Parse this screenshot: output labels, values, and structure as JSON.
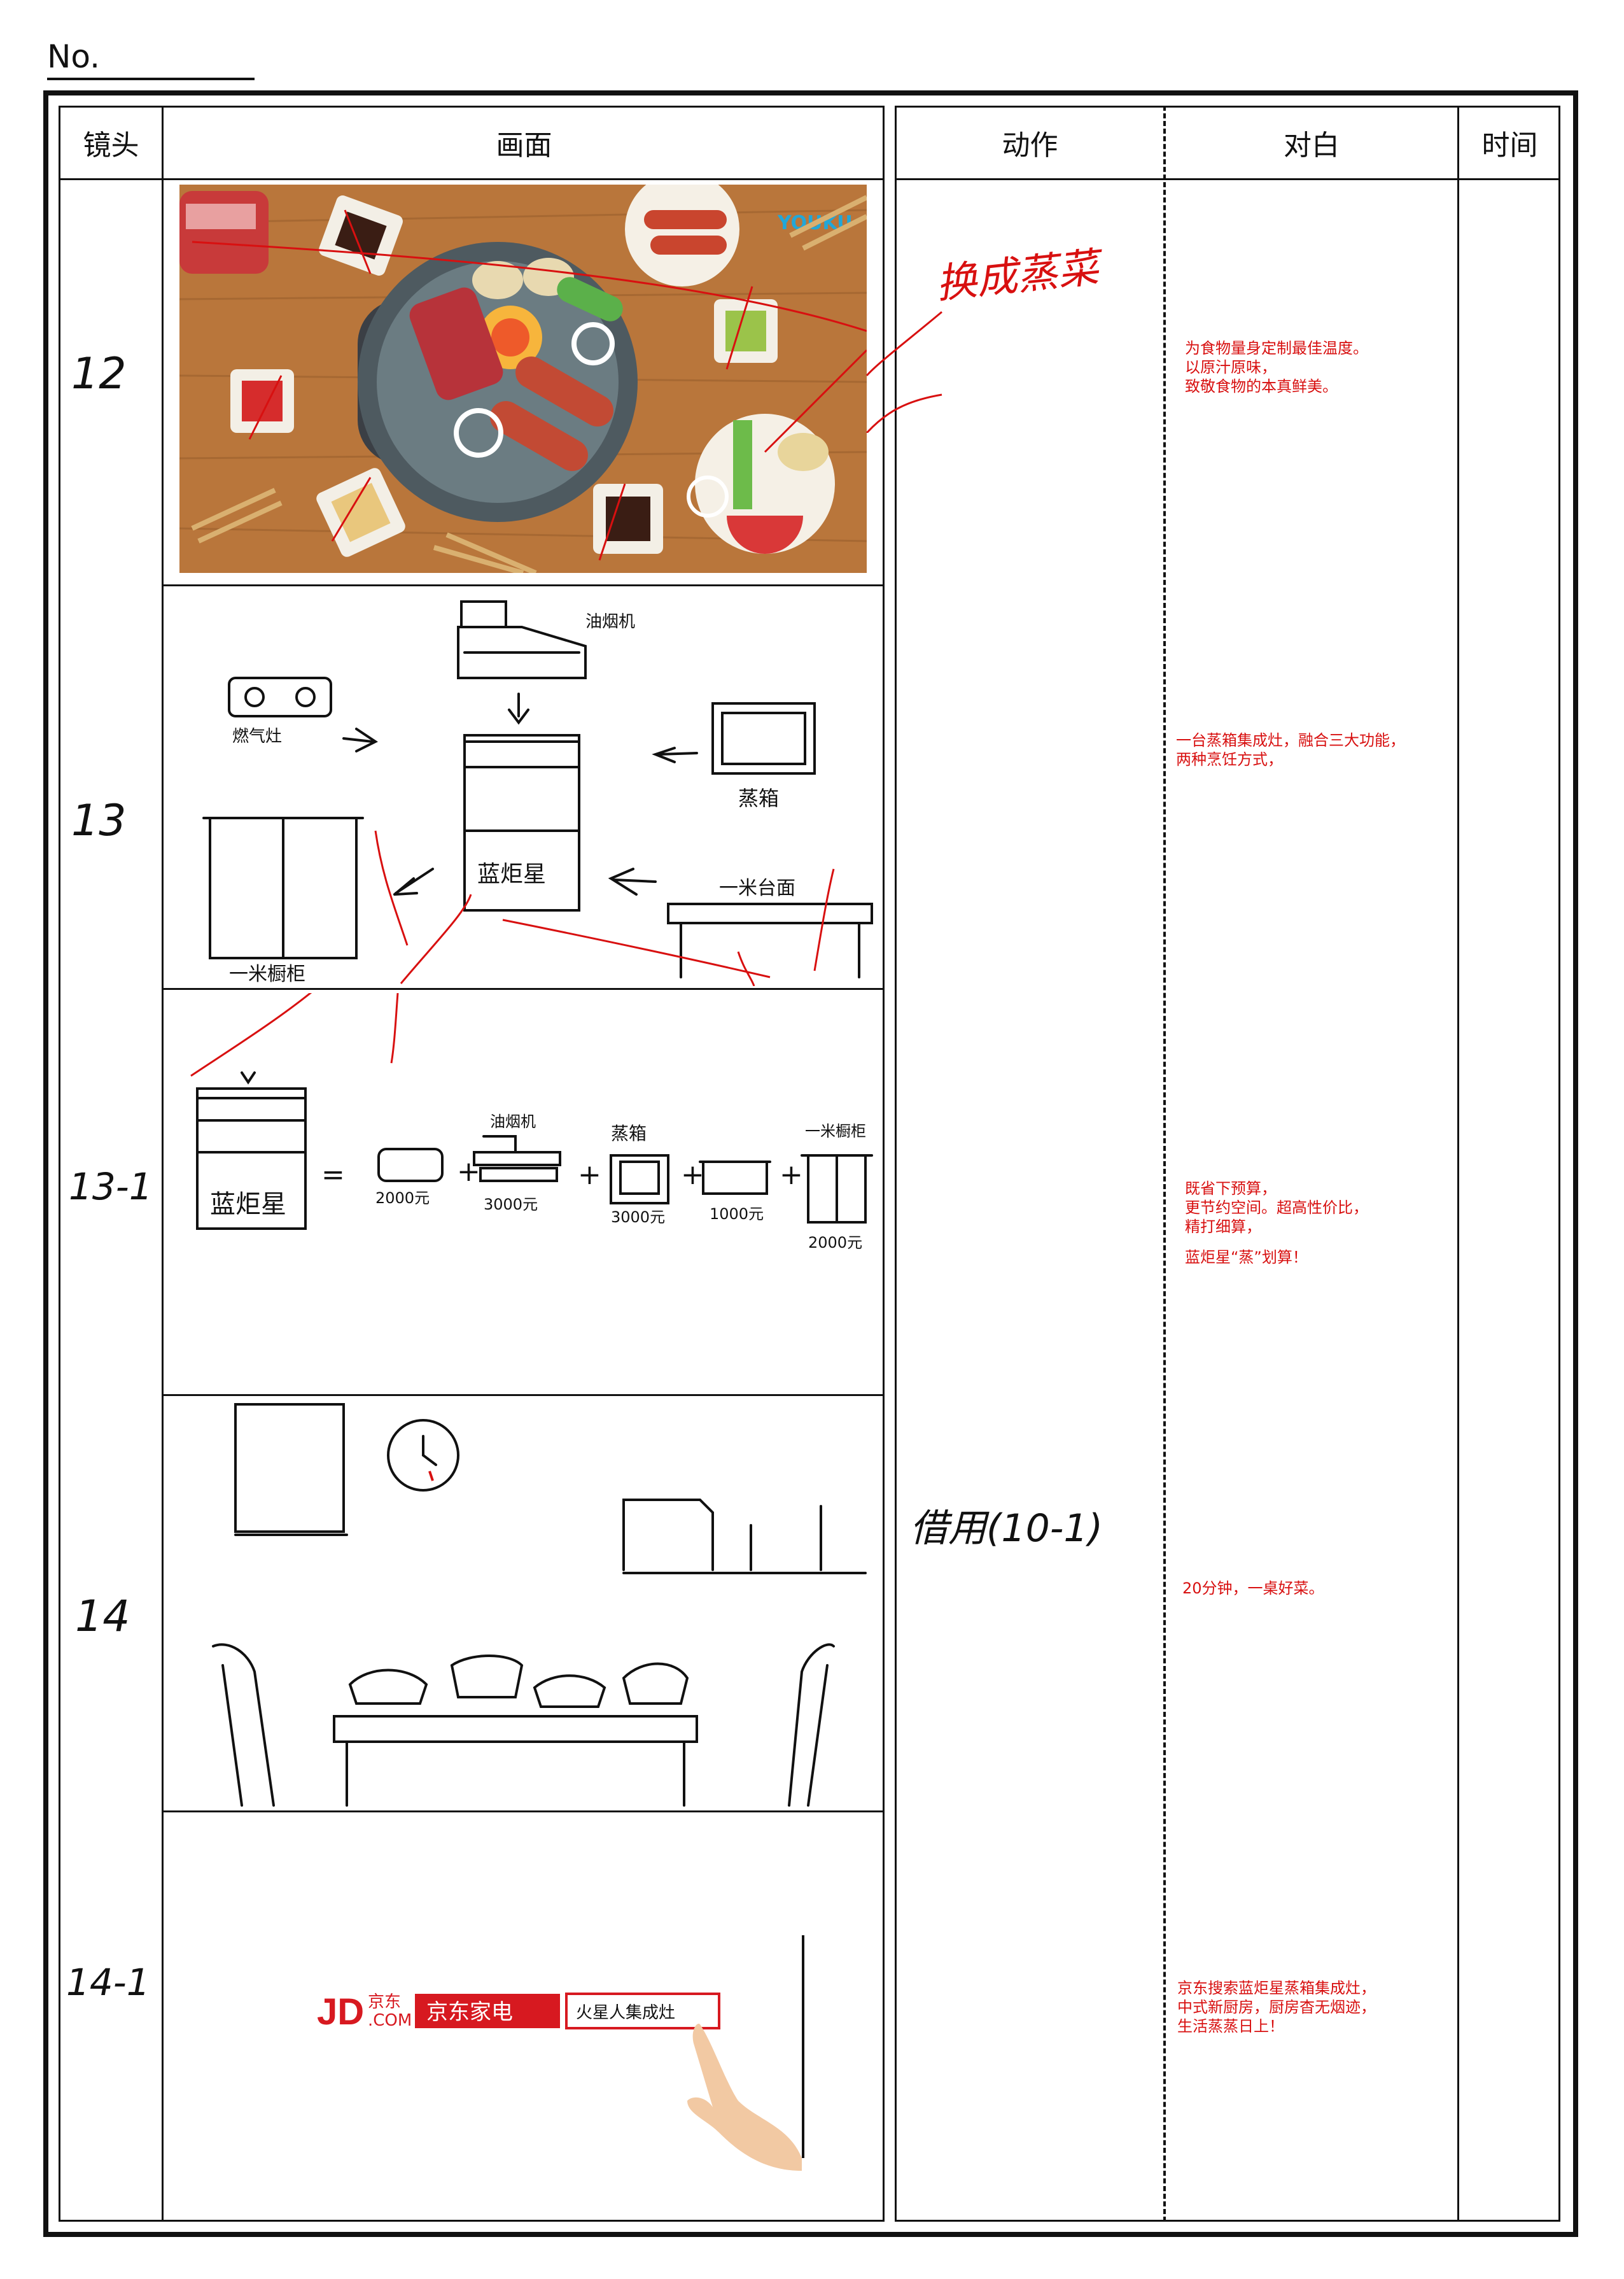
{
  "header": {
    "no_label": "No."
  },
  "columns": {
    "shot": "镜头",
    "frame": "画面",
    "action": "动作",
    "dialogue": "对白",
    "time": "时间"
  },
  "rows": [
    {
      "shot": "12",
      "dialogue": "为食物量身定制最佳温度。\n以原汁原味，\n致敬食物的本真鲜美。"
    },
    {
      "shot": "13",
      "dialogue": "一台蒸箱集成灶，融合三大功能，\n两种烹饪方式，"
    },
    {
      "shot": "13-1",
      "dialogue": "既省下预算，\n更节约空间。超高性价比，\n精打细算，",
      "dialogue_extra": "蓝炬星“蒸”划算！"
    },
    {
      "shot": "14",
      "dialogue": "20分钟，一桌好菜。"
    },
    {
      "shot": "14-1",
      "dialogue": "京东搜索蓝炬星蒸箱集成灶，\n中式新厨房，厨房杳无烟迹，\n生活蒸蒸日上！"
    }
  ],
  "annotations": {
    "red_note": "换成蒸菜",
    "action_note": "借用(10-1)",
    "watermark": "YOUKU"
  },
  "sketch_labels": {
    "hood": "油烟机",
    "stove": "燃气灶",
    "steamer": "蒸箱",
    "cabinet": "一米橱柜",
    "counter": "一米台面",
    "product": "蓝炬星"
  },
  "price_labels": [
    "2000元",
    "3000元",
    "3000元",
    "1000元",
    "2000元"
  ],
  "equation_signs": {
    "equals": "=",
    "plus": "+"
  },
  "jd_banner": {
    "logo": "JD",
    "logo_cn": "京东",
    "logo_com": ".COM",
    "channel": "京东家电",
    "search_text": "火星人集成灶"
  },
  "colors": {
    "ink": "#111111",
    "annotation_red": "#d81010",
    "jd_red": "#d71920"
  }
}
